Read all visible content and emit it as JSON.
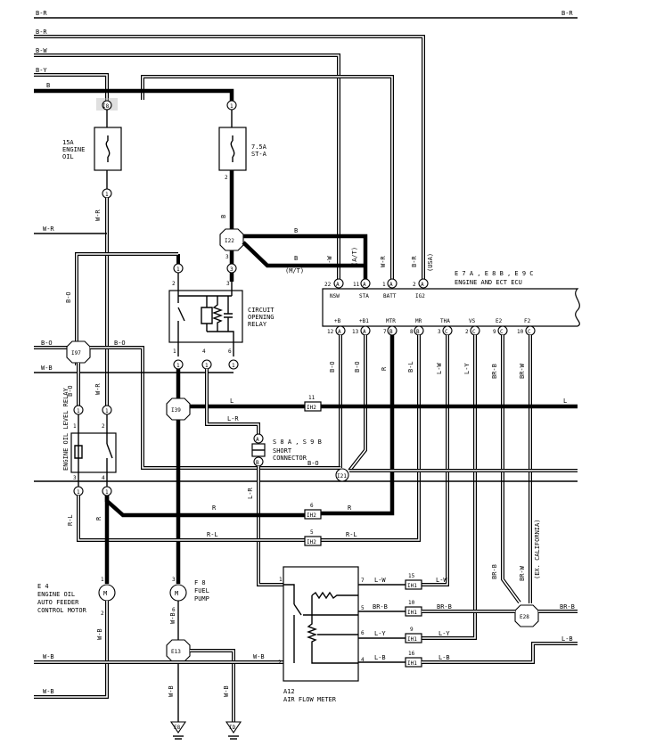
{
  "wire_labels": {
    "b_r_top_left": "B-R",
    "b_r_top_right": "B-R",
    "b_r_2": "B-R",
    "b_w": "B-W",
    "b_y": "B-Y",
    "b": "B",
    "w_r_left": "W-R",
    "b_o_left": "B-O",
    "b_o_mid": "B-O",
    "w_b_left": "W-B",
    "l_mid": "L",
    "l_right": "L",
    "l_r": "L-R",
    "r1": "R",
    "r2": "R",
    "r_l_1": "R-L",
    "r_l_2": "R-L",
    "b_o_bottom": "B-O",
    "l_w": "L-W",
    "br_b": "BR-B",
    "br_b_right": "BR-B",
    "l_y": "L-Y",
    "l_b": "L-B",
    "l_b_right": "L-B",
    "w_b_bottom": "W-B",
    "w_b_bottom2": "W-B",
    "b_at": "B",
    "b_mt": "B",
    "mt": "(M/T)",
    "at": "(A/T)",
    "usa": "(USA)",
    "ex_cal": "(EX. CALIFORNIA)"
  },
  "fuses": {
    "oil_name": "15A",
    "oil_desc1": "ENGINE",
    "oil_desc2": "OIL",
    "sta_name": "7.5A",
    "sta_desc": "ST-A"
  },
  "connectors": {
    "i8": "I8",
    "i22": "I22",
    "i97": "I97",
    "i39": "I39",
    "i21": "I21",
    "ih2": "IH2",
    "ih1": "IH1",
    "e13": "E13",
    "e28": "E28",
    "e8": "E8",
    "id": "ID"
  },
  "components": {
    "relay_label1": "CIRCUIT",
    "relay_label2": "OPENING",
    "relay_label3": "RELAY",
    "oil_relay_label": "ENGINE OIL LEVEL RELAY",
    "ecu_title": "E 7 A , E 8 B , E 9 C",
    "ecu_name": "ENGINE AND ECT ECU",
    "short_connector": "S 8 A , S 9 B",
    "short_name1": "SHORT",
    "short_name2": "CONNECTOR",
    "motor_code": "E 4",
    "motor_name1": "ENGINE OIL",
    "motor_name2": "AUTO FEEDER",
    "motor_name3": "CONTROL MOTOR",
    "pump_code": "F 8",
    "pump_name1": "FUEL",
    "pump_name2": "PUMP",
    "afm_code": "A12",
    "afm_name": "AIR FLOW METER",
    "motor_glyph": "M"
  },
  "ecu_top_pins": [
    "NSW",
    "STA",
    "BATT",
    "IG2"
  ],
  "ecu_top_nums": [
    "22",
    "11",
    "1",
    "2"
  ],
  "ecu_top_letters": [
    "A",
    "A",
    "A",
    "A"
  ],
  "ecu_bottom_pins": [
    "+B",
    "+B1",
    "MTR",
    "MR",
    "THA",
    "VS",
    "E2",
    "F2"
  ],
  "ecu_bottom_nums": [
    "12",
    "13",
    "7",
    "8",
    "3",
    "2",
    "9",
    "10"
  ],
  "ecu_bottom_letters": [
    "A",
    "A",
    "B",
    "B",
    "C",
    "C",
    "C",
    "C"
  ],
  "vertical_labels": {
    "b_o_v1": "B-O",
    "b_o_v2": "B-O",
    "w_r_v1": "W-R",
    "w_r_v2": "W-R",
    "b_v1": "B",
    "b_r_ecu": "B-R",
    "w_r_ecu": "W-R",
    "b_w_ecu": "B-W",
    "b_o_e1": "B-O",
    "b_o_e2": "B-O",
    "r_e": "R",
    "b_l": "B-L",
    "l_w_v": "L-W",
    "l_y_v": "L-Y",
    "br_b_v": "BR-B",
    "br_w_v": "BR-W",
    "br_b_v2": "BR-B",
    "br_w_v2": "BR-W",
    "r_l_v": "R-L",
    "r_v": "R",
    "l_r_v": "L-R",
    "w_b_v1": "W-B",
    "w_b_v2": "W-B",
    "w_b_v3": "W-B",
    "b_r_v": "B-R"
  },
  "pin_numbers": {
    "n1": "1",
    "n2": "2",
    "n3": "3",
    "n4": "4",
    "n5": "5",
    "n6": "6",
    "n7": "7",
    "n9": "9",
    "n10": "10",
    "n11": "11",
    "n15": "15",
    "n16": "16"
  }
}
